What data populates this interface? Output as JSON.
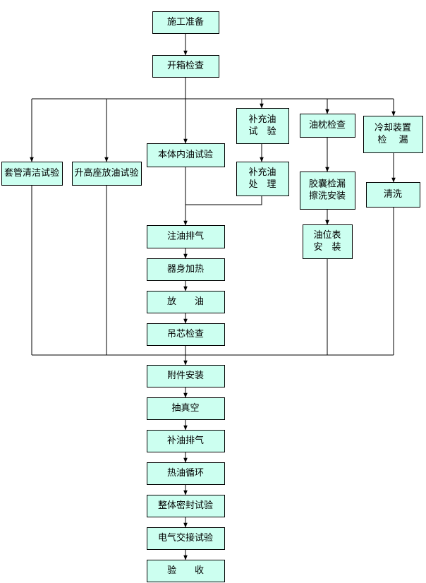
{
  "nodes": {
    "prep": [
      "施工准备"
    ],
    "open": [
      "开箱检查"
    ],
    "bushing": [
      "套管清洁试验"
    ],
    "turret": [
      "升高座放油试验"
    ],
    "body_oil": [
      "本体内油试验"
    ],
    "add_oil_test": [
      "补充油",
      "试　验"
    ],
    "add_oil_proc": [
      "补充油",
      "处　理"
    ],
    "conservator": [
      "油枕检查"
    ],
    "bladder": [
      "胶囊检漏",
      "擦洗安装"
    ],
    "gauge": [
      "油位表",
      "安　装"
    ],
    "cooler": [
      "冷却装置",
      "检　 漏"
    ],
    "clean": [
      "清洗"
    ],
    "inject": [
      "注油排气"
    ],
    "heat": [
      "器身加热"
    ],
    "drain": [
      "放　　油"
    ],
    "core": [
      "吊芯检查"
    ],
    "accessory": [
      "附件安装"
    ],
    "vacuum": [
      "抽真空"
    ],
    "refill": [
      "补油排气"
    ],
    "hot_circ": [
      "热油循环"
    ],
    "seal": [
      "整体密封试验"
    ],
    "elec": [
      "电气交接试验"
    ],
    "accept": [
      "验　　收"
    ]
  }
}
